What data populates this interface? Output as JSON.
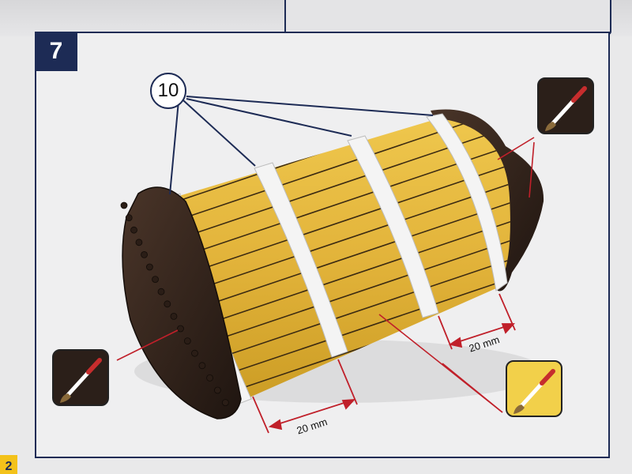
{
  "step": {
    "number": "7"
  },
  "part": {
    "number": "10"
  },
  "dimensions": [
    {
      "label": "20 mm"
    },
    {
      "label": "20 mm"
    }
  ],
  "paint": {
    "dark_brown": "#2b1f19",
    "yellow": "#f2d04a",
    "brush_ferrule": "#d8d8d8",
    "brush_handle": "#c62d2d"
  },
  "colors": {
    "frame": "#1d2b55",
    "accent_line": "#c0202a",
    "wood": "#e2b33a",
    "band": "#f2f2f2",
    "cap": "#3a2a22"
  },
  "page": {
    "number": "2"
  },
  "icons": [
    "paintbrush-icon",
    "paintbrush-icon",
    "paintbrush-icon"
  ]
}
